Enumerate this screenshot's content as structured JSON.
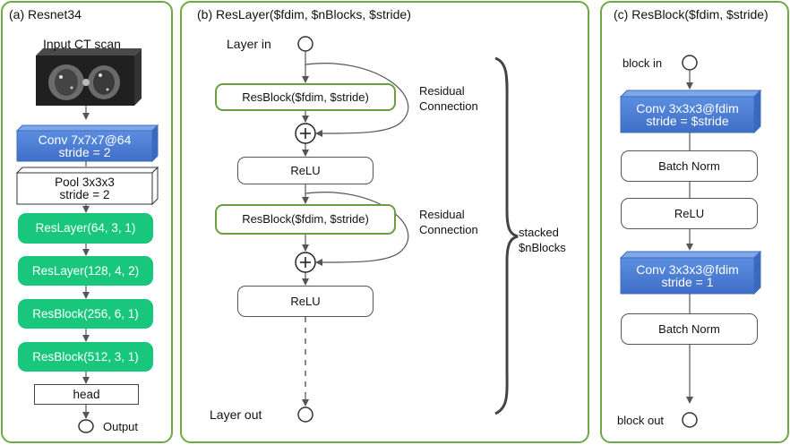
{
  "panel_a": {
    "title": "(a)  Resnet34",
    "input_label": "Input CT scan",
    "conv_line1": "Conv 7x7x7@64",
    "conv_line2": "stride = 2",
    "pool_line1": "Pool 3x3x3",
    "pool_line2": "stride = 2",
    "layers": [
      "ResLayer(64, 3, 1)",
      "ResLayer(128, 4, 2)",
      "ResBlock(256, 6, 1)",
      "ResBlock(512, 3, 1)"
    ],
    "head": "head",
    "output": "Output"
  },
  "panel_b": {
    "title": "(b) ResLayer($fdim, $nBlocks, $stride)",
    "layer_in": "Layer in",
    "resblock": "ResBlock($fdim, $stride)",
    "relu": "ReLU",
    "residual_line1": "Residual",
    "residual_line2": "Connection",
    "stacked_line1": "stacked",
    "stacked_line2": "$nBlocks",
    "layer_out": "Layer out",
    "plus": "+"
  },
  "panel_c": {
    "title": "(c) ResBlock($fdim, $stride)",
    "block_in": "block in",
    "conv1_line1": "Conv 3x3x3@fdim",
    "conv1_line2": "stride = $stride",
    "batch_norm": "Batch Norm",
    "relu": "ReLU",
    "conv2_line1": "Conv 3x3x3@fdim",
    "conv2_line2": "stride = 1",
    "block_out": "block out"
  },
  "colors": {
    "panel_border": "#70a845",
    "green_box": "#19c77c",
    "conv_blue": "#4a7fd4"
  }
}
